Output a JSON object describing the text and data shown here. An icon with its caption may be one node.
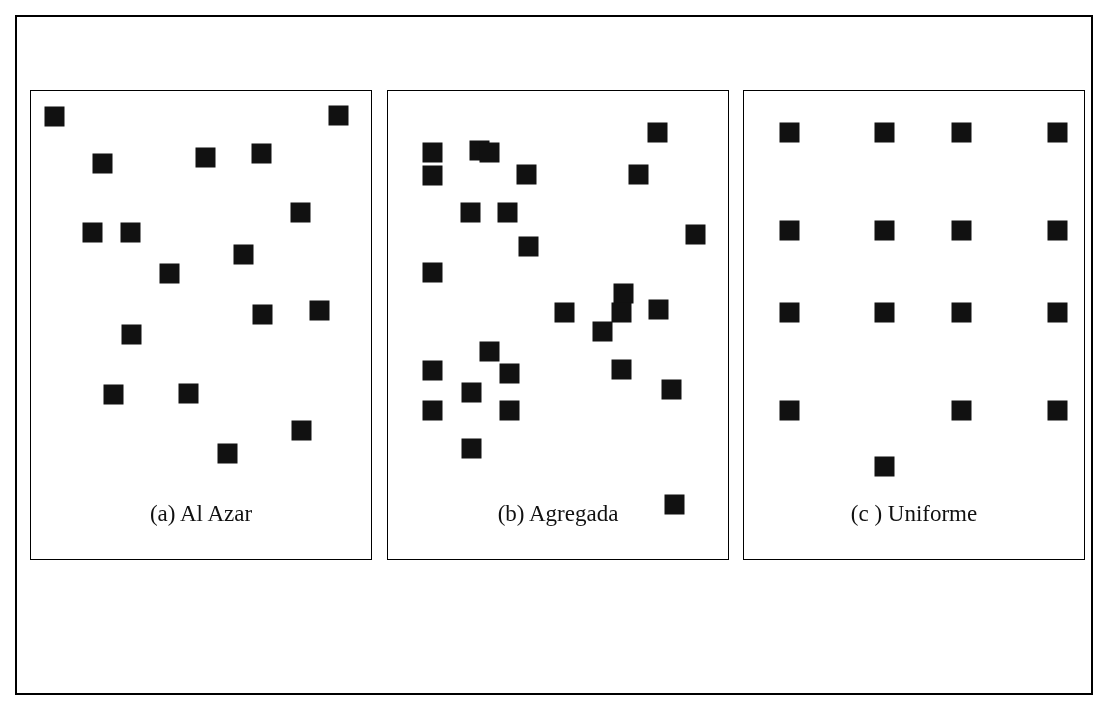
{
  "diagram": {
    "nodes": [
      {
        "text": [
          "(a) Al Azar"
        ]
      },
      {
        "text": [
          "(b) Agregada"
        ]
      },
      {
        "text": [
          "(c ) Uniforme"
        ]
      }
    ]
  }
}
